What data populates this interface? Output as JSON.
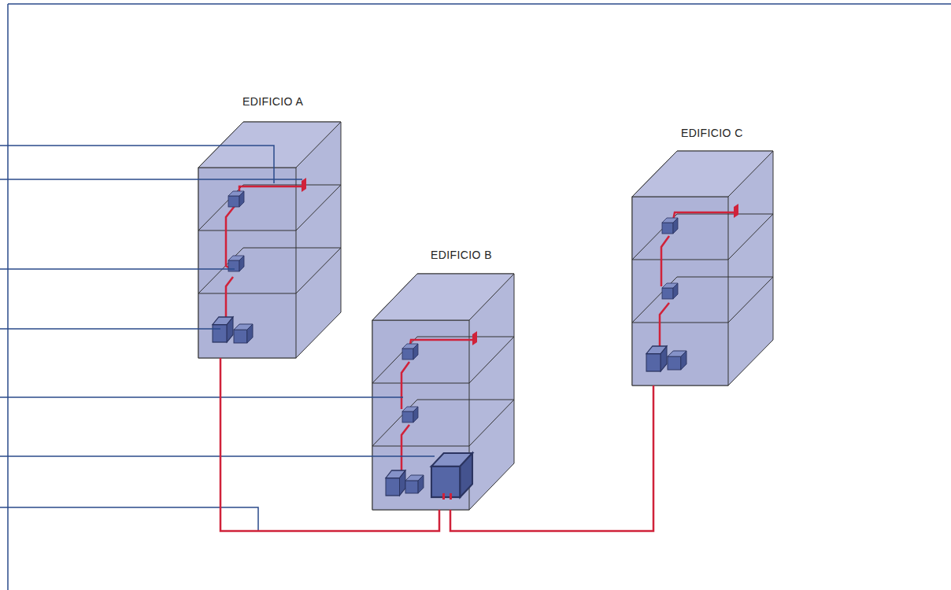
{
  "diagram": {
    "nodes": [
      {
        "text": [
          "EDIFICIO A"
        ]
      },
      {
        "text": [
          "EDIFICIO B"
        ]
      },
      {
        "text": [
          "EDIFICIO C"
        ]
      }
    ],
    "edges": [
      {
        "from": 0,
        "to": 1,
        "arrow": "none"
      },
      {
        "from": 1,
        "to": 2,
        "arrow": "none"
      }
    ]
  }
}
